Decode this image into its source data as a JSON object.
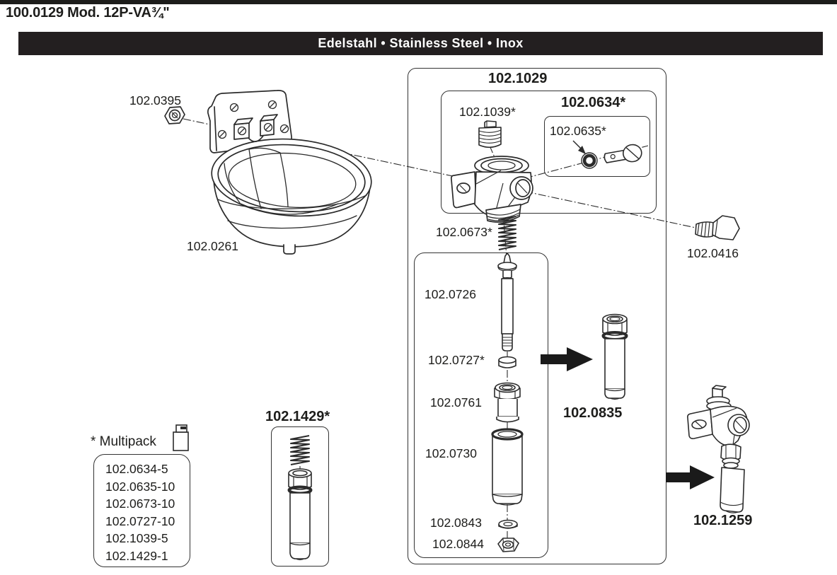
{
  "page": {
    "title": "100.0129 Mod. 12P-VA¾\"",
    "banner": "Edelstahl • Stainless Steel • Inox"
  },
  "colors": {
    "ink": "#1d1d1b",
    "banner_bg": "#231f20",
    "banner_text": "#ffffff"
  },
  "parts": {
    "bowl": "102.0261",
    "mount_nut": "102.0395",
    "valve_assembly": "102.1029",
    "plug": "102.1039*",
    "adjuster_set": "102.0634*",
    "o_ring": "102.0635*",
    "spring": "102.0673*",
    "stem": "102.0726",
    "seal": "102.0727*",
    "gland": "102.0761",
    "tube": "102.0730",
    "washer": "102.0843",
    "nut": "102.0844",
    "cartridge": "102.0835",
    "bolt": "102.0416",
    "cartridge_set": "102.1429*",
    "valve_complete": "102.1259"
  },
  "multipack": {
    "label": "* Multipack",
    "icon": "carton-icon",
    "items": [
      "102.0634-5",
      "102.0635-10",
      "102.0673-10",
      "102.0727-10",
      "102.1039-5",
      "102.1429-1"
    ]
  }
}
